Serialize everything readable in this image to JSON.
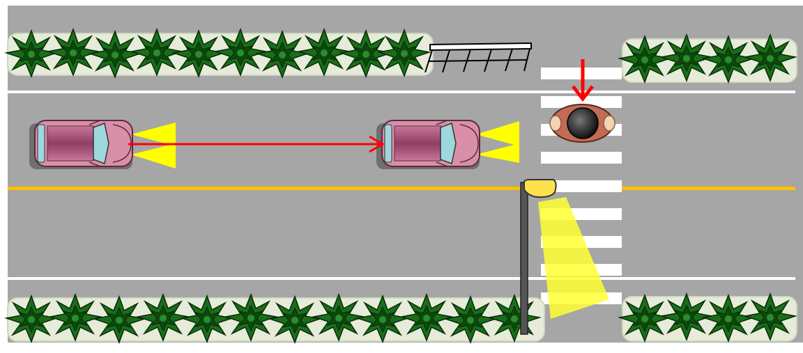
{
  "diagram": {
    "type": "traffic-scene",
    "colors": {
      "road": "#a6a6a6",
      "lane_line": "#ffffff",
      "center_line": "#ffc000",
      "crosswalk": "#ffffff",
      "hedge_dark": "#0b3d0b",
      "hedge_light": "#1f7a1f",
      "hedge_bed": "#e6ecd9",
      "car_body": "#d98fa8",
      "car_roof": "#b05a7a",
      "headlight_beam": "#ffff00",
      "motion_arrow": "#ff0000",
      "pedestrian_arrow": "#ff0000",
      "lamp_light": "#ffff33",
      "pole": "#555555",
      "fence": "#000000"
    },
    "elements": [
      "car-rear",
      "car-front",
      "pedestrian",
      "street-lamp",
      "crosswalk",
      "fence",
      "hedges"
    ]
  }
}
